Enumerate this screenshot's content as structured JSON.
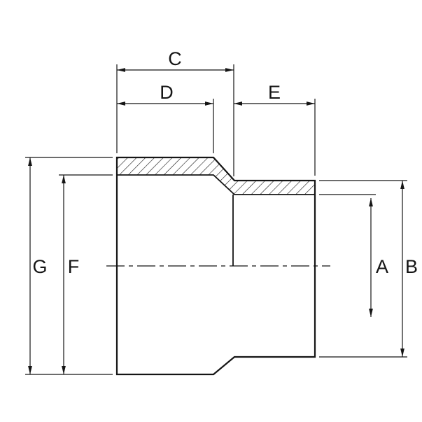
{
  "figure": {
    "colors": {
      "line": "#151515",
      "background": "#ffffff"
    },
    "labels": {
      "A": "A",
      "B": "B",
      "C": "C",
      "D": "D",
      "E": "E",
      "F": "F",
      "G": "G"
    }
  }
}
